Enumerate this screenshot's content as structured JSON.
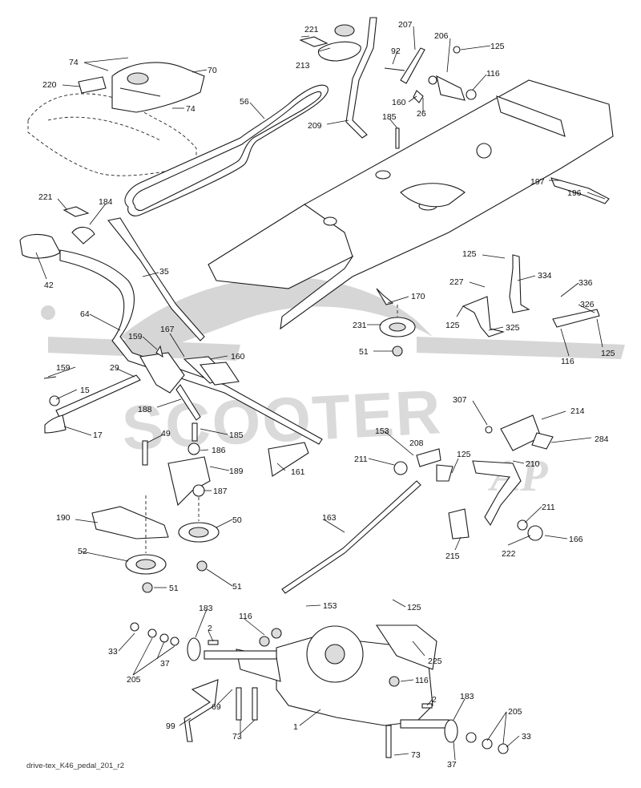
{
  "watermark": {
    "brand": "SCOOTER",
    "suffix": "AP"
  },
  "footer": {
    "code": "drive-tex_K46_pedal_201_r2"
  },
  "callouts": {
    "c221a": "221",
    "c207": "207",
    "c206": "206",
    "c125a": "125",
    "c74a": "74",
    "c70": "70",
    "c92": "92",
    "c116a": "116",
    "c213": "213",
    "c220": "220",
    "c74b": "74",
    "c56": "56",
    "c160a": "160",
    "c26": "26",
    "c185a": "185",
    "c209": "209",
    "c221b": "221",
    "c184": "184",
    "c197": "197",
    "c196": "196",
    "c42": "42",
    "c35": "35",
    "c125b": "125",
    "c334": "334",
    "c227": "227",
    "c336": "336",
    "c170": "170",
    "c326": "326",
    "c64": "64",
    "c231": "231",
    "c125c": "125",
    "c325": "325",
    "c159a": "159",
    "c167": "167",
    "c51a": "51",
    "c116b": "116",
    "c125d": "125",
    "c160b": "160",
    "c159b": "159",
    "c29": "29",
    "c15": "15",
    "c307": "307",
    "c214": "214",
    "c188": "188",
    "c17": "17",
    "c185b": "185",
    "c49": "49",
    "c153a": "153",
    "c208": "208",
    "c284": "284",
    "c186": "186",
    "c211a": "211",
    "c125e": "125",
    "c210": "210",
    "c189": "189",
    "c161": "161",
    "c187": "187",
    "c190": "190",
    "c163": "163",
    "c50": "50",
    "c211b": "211",
    "c52": "52",
    "c215": "215",
    "c222": "222",
    "c166": "166",
    "c51b": "51",
    "c51c": "51",
    "c183a": "183",
    "c153b": "153",
    "c125f": "125",
    "c116c": "116",
    "c2a": "2",
    "c33a": "33",
    "c37a": "37",
    "c205a": "205",
    "c225": "225",
    "c116d": "116",
    "c69": "69",
    "c2b": "2",
    "c183b": "183",
    "c99": "99",
    "c73a": "73",
    "c1": "1",
    "c205b": "205",
    "c33b": "33",
    "c37b": "37",
    "c73b": "73"
  }
}
